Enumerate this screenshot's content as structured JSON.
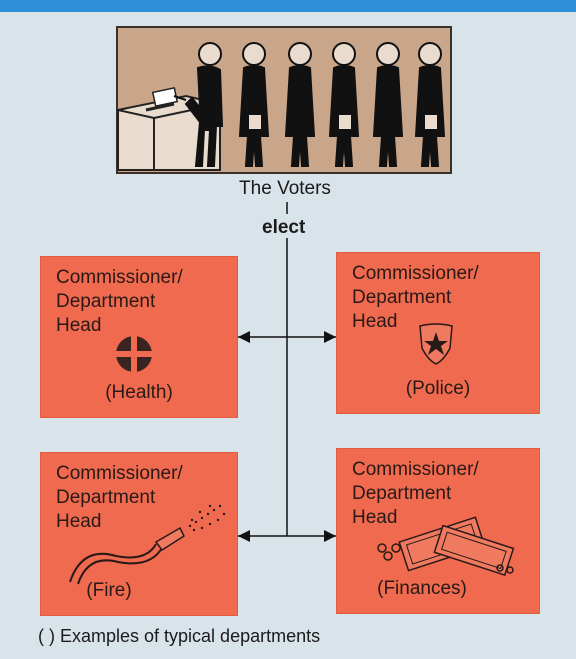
{
  "voters": {
    "label": "The Voters"
  },
  "connector": {
    "label": "elect"
  },
  "departments": [
    {
      "title": "Commissioner/\nDepartment\nHead",
      "name": "(Health)",
      "icon": "health-cross-icon"
    },
    {
      "title": "Commissioner/\nDepartment\nHead",
      "name": "(Police)",
      "icon": "police-badge-icon"
    },
    {
      "title": "Commissioner/\nDepartment\nHead",
      "name": "(Fire)",
      "icon": "fire-hose-icon"
    },
    {
      "title": "Commissioner/\nDepartment\nHead",
      "name": "(Finances)",
      "icon": "money-bills-icon"
    }
  ],
  "caption": "(   ) Examples of typical departments",
  "colors": {
    "box": "#ef6a4f",
    "panel": "#c9a58a",
    "band": "#2f8fd9",
    "background": "#d9e3ea"
  }
}
